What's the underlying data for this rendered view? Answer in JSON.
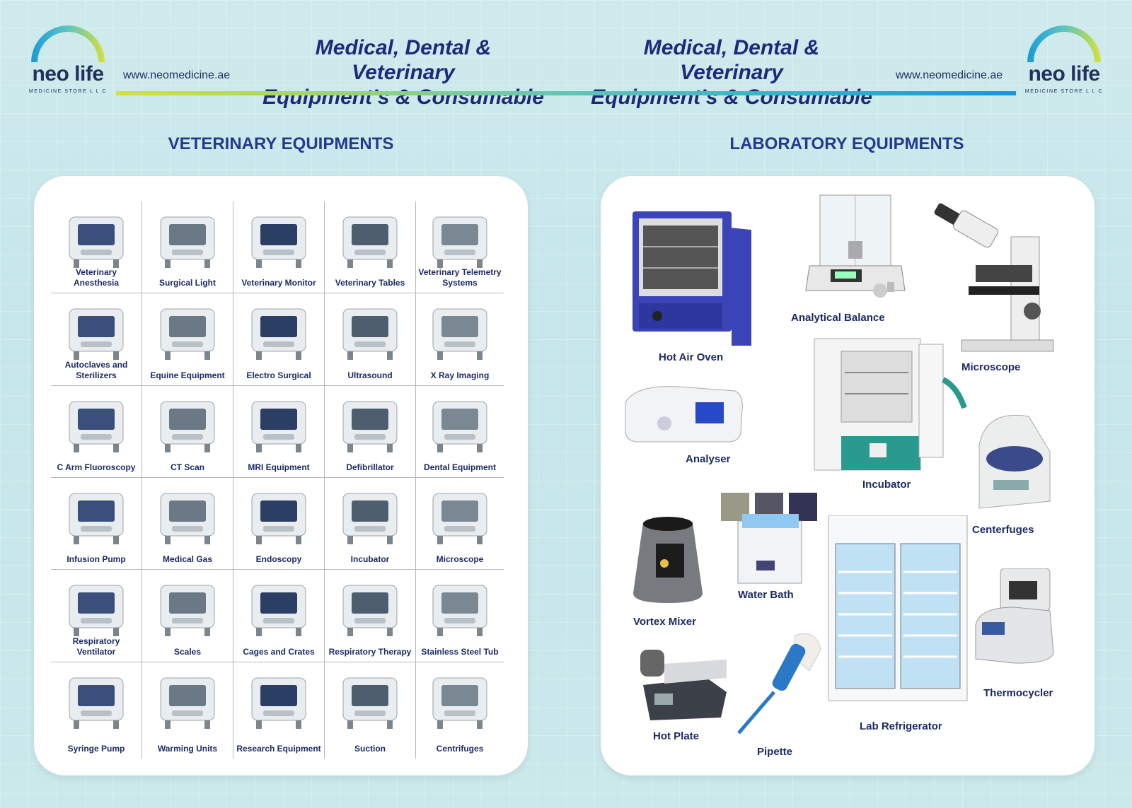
{
  "header": {
    "brand": "neo life",
    "brand_sub": "MEDICINE STORE L L C",
    "website": "www.neomedicine.ae",
    "tagline_line1": "Medical, Dental & Veterinary",
    "tagline_line2": "Equipment’s & Consumable"
  },
  "sections": {
    "veterinary_title": "VETERINARY EQUIPMENTS",
    "laboratory_title": "LABORATORY EQUIPMENTS"
  },
  "veterinary_items": [
    {
      "label": "Veterinary Anesthesia",
      "icon": "anesthesia-machine-icon"
    },
    {
      "label": "Surgical Light",
      "icon": "surgical-light-icon"
    },
    {
      "label": "Veterinary Monitor",
      "icon": "patient-monitor-icon"
    },
    {
      "label": "Veterinary Tables",
      "icon": "scissor-table-icon"
    },
    {
      "label": "Veterinary Telemetry Systems",
      "icon": "telemetry-icon"
    },
    {
      "label": "Autoclaves and Sterilizers",
      "icon": "autoclave-icon"
    },
    {
      "label": "Equine Equipment",
      "icon": "equine-equipment-icon"
    },
    {
      "label": "Electro Surgical",
      "icon": "electrosurgical-icon"
    },
    {
      "label": "Ultrasound",
      "icon": "ultrasound-icon"
    },
    {
      "label": "X Ray Imaging",
      "icon": "xray-photo-icon"
    },
    {
      "label": "C Arm Fluoroscopy",
      "icon": "c-arm-icon"
    },
    {
      "label": "CT Scan",
      "icon": "ct-scanner-icon"
    },
    {
      "label": "MRI Equipment",
      "icon": "mri-icon"
    },
    {
      "label": "Defibrillator",
      "icon": "defibrillator-icon"
    },
    {
      "label": "Dental Equipment",
      "icon": "dental-unit-icon"
    },
    {
      "label": "Infusion Pump",
      "icon": "infusion-pump-icon"
    },
    {
      "label": "Medical Gas",
      "icon": "gas-gauge-icon"
    },
    {
      "label": "Endoscopy",
      "icon": "endoscopy-tower-icon"
    },
    {
      "label": "Incubator",
      "icon": "vet-incubator-icon"
    },
    {
      "label": "Microscope",
      "icon": "microscope-icon"
    },
    {
      "label": "Respiratory Ventilator",
      "icon": "ventilator-icon"
    },
    {
      "label": "Scales",
      "icon": "scale-icon"
    },
    {
      "label": "Cages and Crates",
      "icon": "cages-icon"
    },
    {
      "label": "Respiratory Therapy",
      "icon": "respiratory-therapy-icon"
    },
    {
      "label": "Stainless Steel Tub",
      "icon": "steel-tub-icon"
    },
    {
      "label": "Syringe Pump",
      "icon": "syringe-pump-icon"
    },
    {
      "label": "Warming Units",
      "icon": "warming-pad-icon"
    },
    {
      "label": "Research Equipment",
      "icon": "research-equipment-icon"
    },
    {
      "label": "Suction",
      "icon": "suction-pump-icon"
    },
    {
      "label": "Centrifuges",
      "icon": "centrifuge-icon"
    }
  ],
  "laboratory_items": {
    "hot_air_oven": "Hot Air Oven",
    "analytical_balance": "Analytical Balance",
    "microscope": "Microscope",
    "analyser": "Analyser",
    "incubator": "Incubator",
    "centerfuges": "Centerfuges",
    "vortex_mixer": "Vortex Mixer",
    "water_bath": "Water Bath",
    "lab_refrigerator": "Lab Refrigerator",
    "thermocycler": "Thermocycler",
    "hot_plate": "Hot Plate",
    "pipette": "Pipette"
  },
  "colors": {
    "navy": "#1d2a63",
    "title_blue": "#243a8c",
    "oven_blue": "#3b45b8",
    "teal": "#2a9a8e"
  }
}
